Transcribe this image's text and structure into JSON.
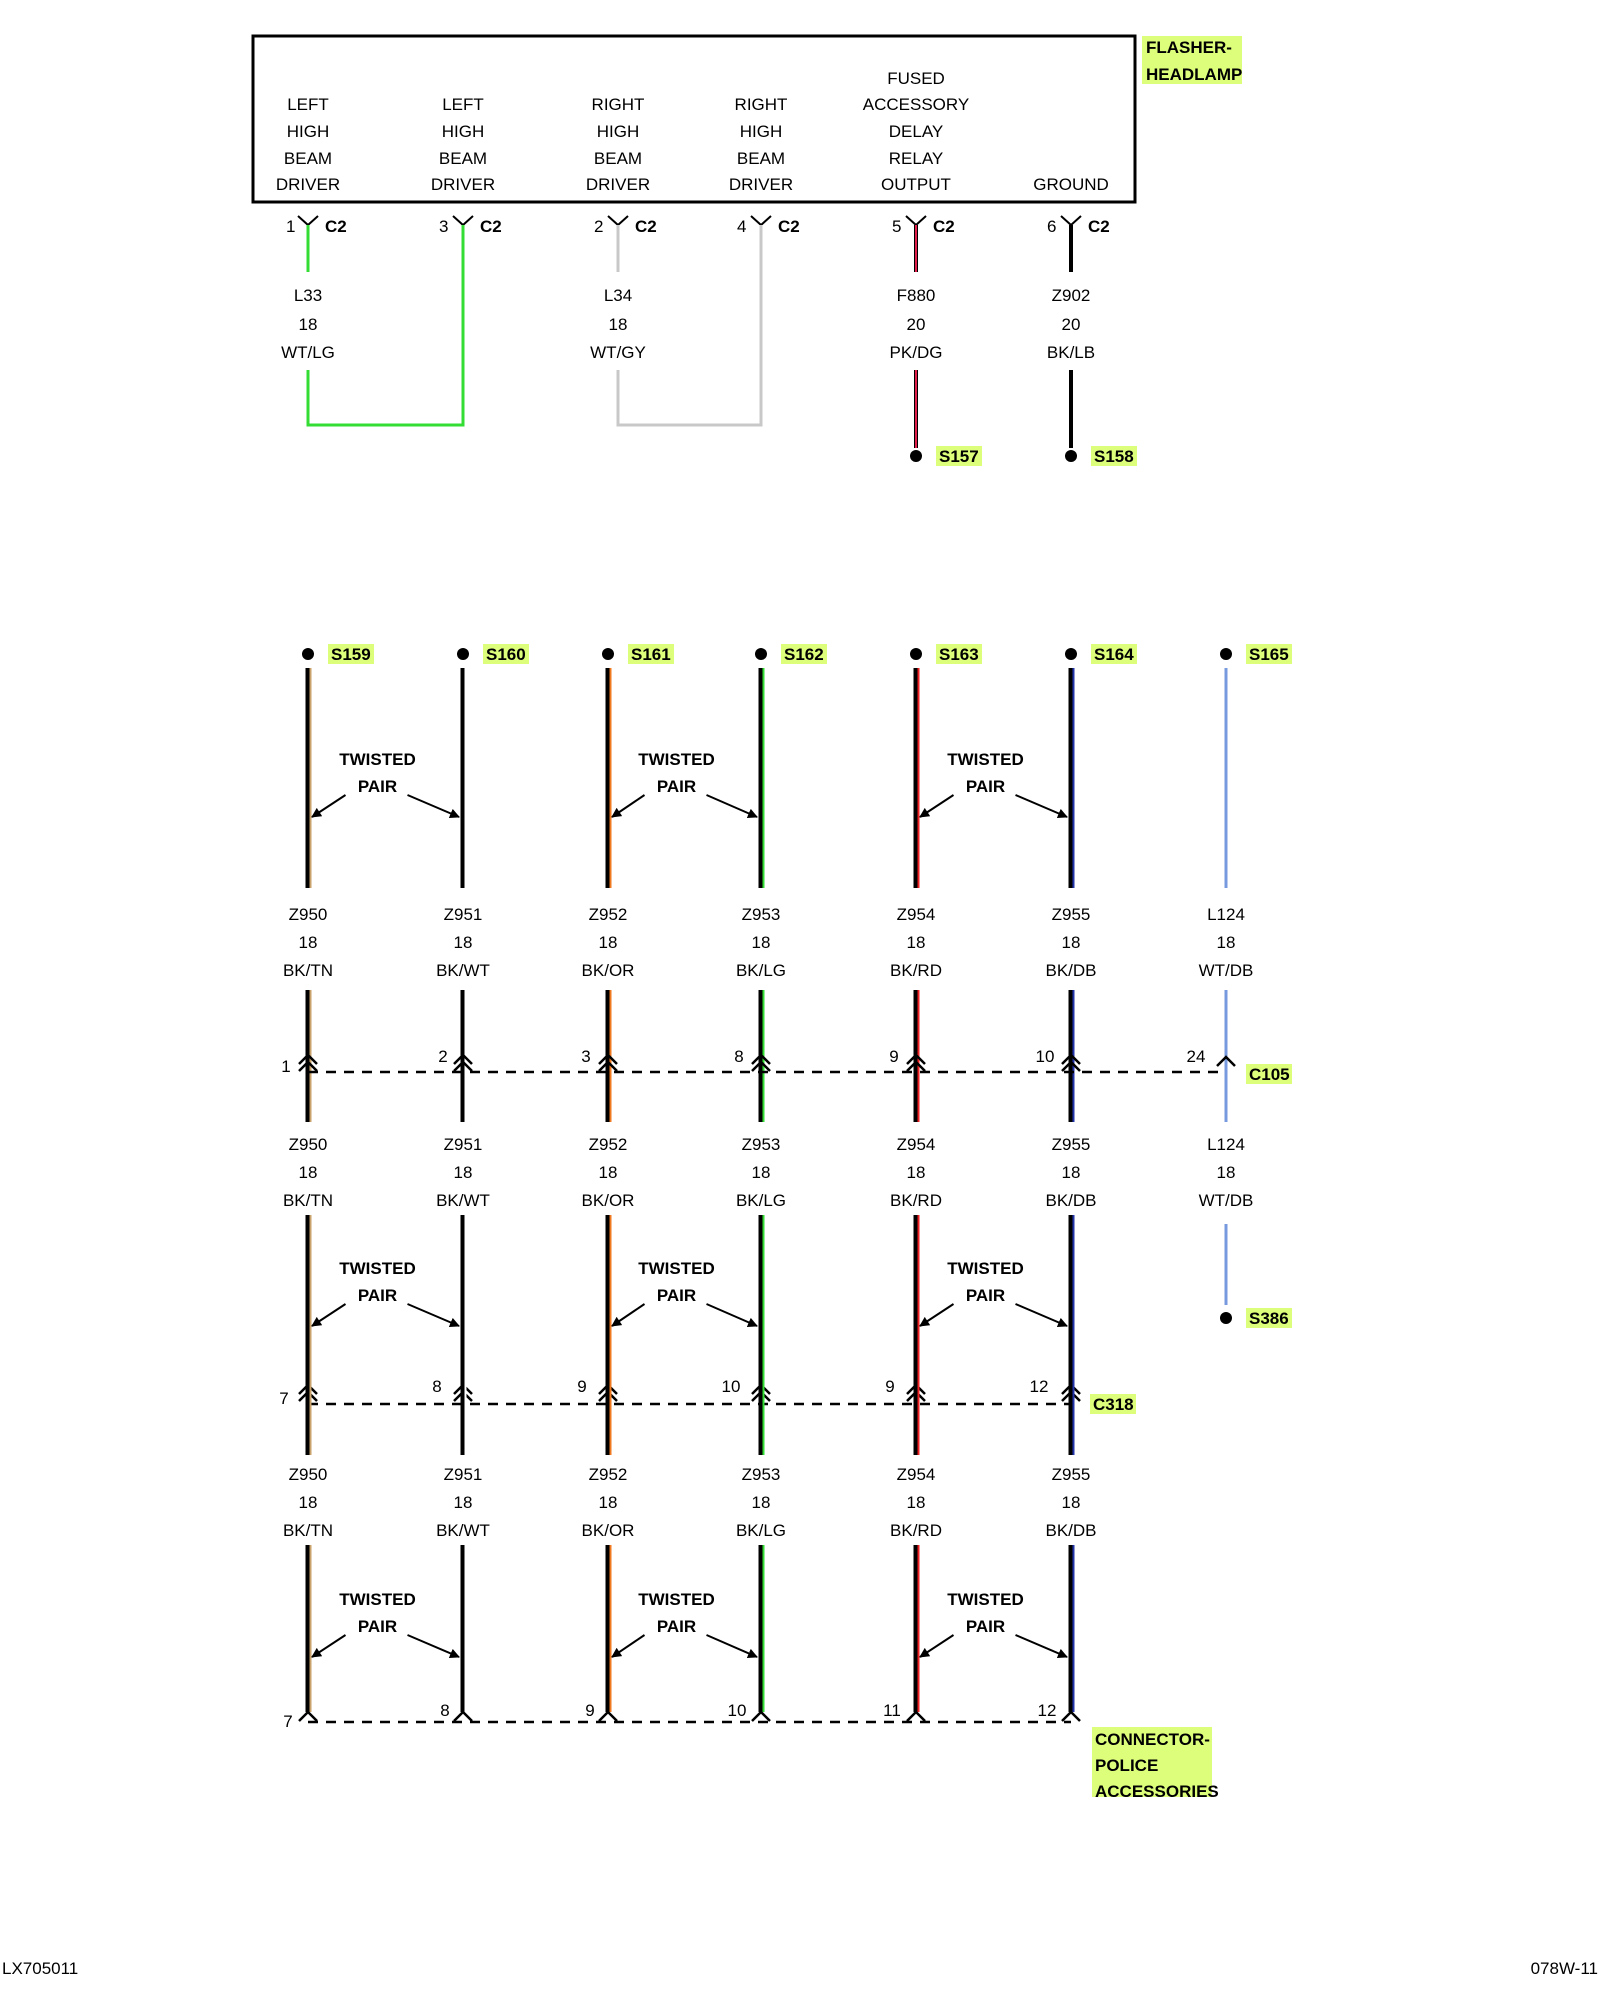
{
  "component": {
    "name": [
      "FLASHER-",
      "HEADLAMP"
    ],
    "pins": [
      {
        "label": [
          "LEFT",
          "HIGH",
          "BEAM",
          "DRIVER"
        ],
        "pin": "1",
        "connector": "C2",
        "circuit": "L33",
        "gauge": "18",
        "color": "WT/LG",
        "wire_color": "#33dd33"
      },
      {
        "label": [
          "LEFT",
          "HIGH",
          "BEAM",
          "DRIVER"
        ],
        "pin": "3",
        "connector": "C2",
        "circuit": "",
        "gauge": "",
        "color": "",
        "wire_color": "#33dd33"
      },
      {
        "label": [
          "RIGHT",
          "HIGH",
          "BEAM",
          "DRIVER"
        ],
        "pin": "2",
        "connector": "C2",
        "circuit": "L34",
        "gauge": "18",
        "color": "WT/GY",
        "wire_color": "#c8c8c8"
      },
      {
        "label": [
          "RIGHT",
          "HIGH",
          "BEAM",
          "DRIVER"
        ],
        "pin": "4",
        "connector": "C2",
        "circuit": "",
        "gauge": "",
        "color": "",
        "wire_color": "#c8c8c8"
      },
      {
        "label": [
          "FUSED",
          "ACCESSORY",
          "DELAY",
          "RELAY",
          "OUTPUT"
        ],
        "pin": "5",
        "connector": "C2",
        "circuit": "F880",
        "gauge": "20",
        "color": "PK/DG",
        "wire_color": "#e0204a",
        "splice": "S157"
      },
      {
        "label": [
          "GROUND"
        ],
        "pin": "6",
        "connector": "C2",
        "circuit": "Z902",
        "gauge": "20",
        "color": "BK/LB",
        "wire_color": "#111111",
        "splice": "S158"
      }
    ]
  },
  "splices_top": [
    "S159",
    "S160",
    "S161",
    "S162",
    "S163",
    "S164",
    "S165"
  ],
  "twisted_pair_label": [
    "TWISTED",
    "PAIR"
  ],
  "wires": [
    {
      "circuit": "Z950",
      "gauge": "18",
      "color": "BK/TN",
      "tracer": "#c9a36b"
    },
    {
      "circuit": "Z951",
      "gauge": "18",
      "color": "BK/WT",
      "tracer": "#ffffff"
    },
    {
      "circuit": "Z952",
      "gauge": "18",
      "color": "BK/OR",
      "tracer": "#f07a20"
    },
    {
      "circuit": "Z953",
      "gauge": "18",
      "color": "BK/LG",
      "tracer": "#33dd33"
    },
    {
      "circuit": "Z954",
      "gauge": "18",
      "color": "BK/RD",
      "tracer": "#ee2222"
    },
    {
      "circuit": "Z955",
      "gauge": "18",
      "color": "BK/DB",
      "tracer": "#2233aa"
    },
    {
      "circuit": "L124",
      "gauge": "18",
      "color": "WT/DB",
      "tracer": "#7799dd"
    }
  ],
  "c105": {
    "name": "C105",
    "pins": [
      "1",
      "2",
      "3",
      "8",
      "9",
      "10",
      "24"
    ]
  },
  "s386": "S386",
  "c318": {
    "name": "C318",
    "pins": [
      "7",
      "8",
      "9",
      "10",
      "9",
      "12"
    ]
  },
  "police": {
    "name": [
      "CONNECTOR-",
      "POLICE",
      "ACCESSORIES"
    ],
    "pins": [
      "7",
      "8",
      "9",
      "10",
      "11",
      "12"
    ]
  },
  "footer": {
    "left": "LX705011",
    "right": "078W-11"
  }
}
